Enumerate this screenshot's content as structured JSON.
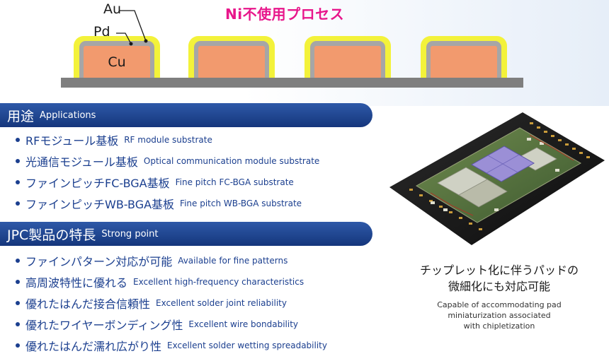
{
  "diagram": {
    "title": "Ni不使用プロセス",
    "labels": {
      "au": "Au",
      "pd": "Pd",
      "cu": "Cu"
    }
  },
  "applications": {
    "header_jp": "用途",
    "header_en": "Applications",
    "items": [
      {
        "jp": "RFモジュール基板",
        "en": "RF module substrate"
      },
      {
        "jp": "光通信モジュール基板",
        "en": "Optical communication module substrate"
      },
      {
        "jp": "ファインピッチFC-BGA基板",
        "en": "Fine pitch FC-BGA substrate"
      },
      {
        "jp": "ファインピッチWB-BGA基板",
        "en": "Fine pitch WB-BGA substrate"
      }
    ]
  },
  "strong_points": {
    "header_jp": "JPC製品の特長",
    "header_en": "Strong point",
    "items": [
      {
        "jp": "ファインパターン対応が可能",
        "en": "Available for fine patterns"
      },
      {
        "jp": "高周波特性に優れる",
        "en": "Excellent high-frequency characteristics"
      },
      {
        "jp": "優れたはんだ接合信頼性",
        "en": "Excellent solder joint reliability"
      },
      {
        "jp": "優れたワイヤーボンディング性",
        "en": "Excellent wire bondability"
      },
      {
        "jp": "優れたはんだ濡れ広がり性",
        "en": "Excellent solder wetting spreadability"
      }
    ]
  },
  "caption": {
    "jp_line1": "チップレット化に伴うパッドの",
    "jp_line2": "微細化にも対応可能",
    "en_line1": "Capable of accommodating pad",
    "en_line2": "miniaturization associated",
    "en_line3": "with chipletization"
  },
  "colors": {
    "title_pink": "#e8168b",
    "header_blue": "#1f4a96",
    "text_blue": "#1b3f8f",
    "au_yellow": "#f3f23a",
    "pd_gray": "#a6a6a6",
    "cu_orange": "#f29a6e",
    "substrate_gray": "#7f7f7f"
  }
}
